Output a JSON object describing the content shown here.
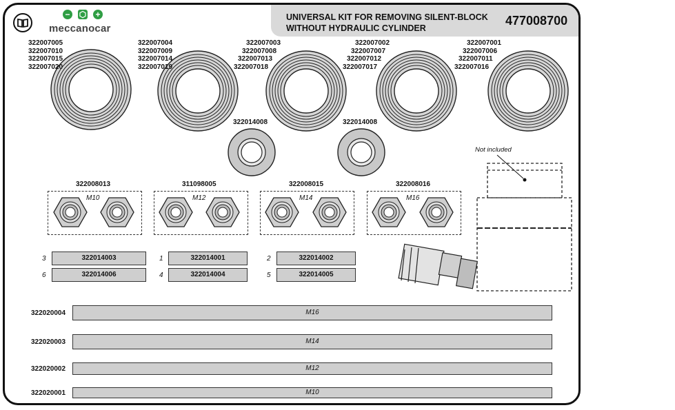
{
  "header": {
    "title_line1": "UNIVERSAL KIT FOR REMOVING SILENT-BLOCK",
    "title_line2": "WITHOUT HYDRAULIC CYLINDER",
    "product_code": "477008700"
  },
  "brand": {
    "name": "meccanocar",
    "icons": [
      "minus-icon",
      "hex-icon",
      "plus-icon"
    ],
    "accent": "#2f9e44"
  },
  "rings": [
    {
      "codes": [
        "322007005",
        "322007010",
        "322007015",
        "322007020"
      ]
    },
    {
      "codes": [
        "322007004",
        "322007009",
        "322007014",
        "322007019"
      ]
    },
    {
      "codes": [
        "322007003",
        "322007008",
        "322007013",
        "322007018"
      ]
    },
    {
      "codes": [
        "322007002",
        "322007007",
        "322007012",
        "322007017"
      ]
    },
    {
      "codes": [
        "322007001",
        "322007006",
        "322007011",
        "322007016"
      ]
    }
  ],
  "washers": [
    "322014008",
    "322014008"
  ],
  "nut_sets": [
    {
      "code": "322008013",
      "size": "M10"
    },
    {
      "code": "311098005",
      "size": "M12"
    },
    {
      "code": "322008015",
      "size": "M14"
    },
    {
      "code": "322008016",
      "size": "M16"
    }
  ],
  "plates": [
    {
      "num": "3",
      "code": "322014003"
    },
    {
      "num": "1",
      "code": "322014001"
    },
    {
      "num": "2",
      "code": "322014002"
    },
    {
      "num": "6",
      "code": "322014006"
    },
    {
      "num": "4",
      "code": "322014004"
    },
    {
      "num": "5",
      "code": "322014005"
    }
  ],
  "rods": [
    {
      "code": "322020004",
      "size": "M16"
    },
    {
      "code": "322020003",
      "size": "M14"
    },
    {
      "code": "322020002",
      "size": "M12"
    },
    {
      "code": "322020001",
      "size": "M10"
    }
  ],
  "cylinder_note": "Not included"
}
